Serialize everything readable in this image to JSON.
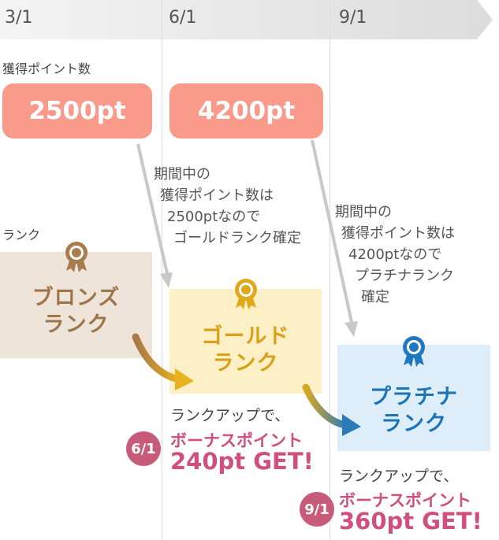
{
  "timeline": {
    "dates": [
      "3/1",
      "6/1",
      "9/1"
    ]
  },
  "labels": {
    "points_caption": "獲得ポイント数",
    "rank_caption": "ランク"
  },
  "points": [
    "2500pt",
    "4200pt"
  ],
  "notes": {
    "gold": [
      "期間中の",
      "獲得ポイント数は",
      "2500ptなので",
      "ゴールドランク確定"
    ],
    "platinum": [
      "期間中の",
      "獲得ポイント数は",
      "4200ptなので",
      "プラチナランク",
      "確定"
    ]
  },
  "ranks": {
    "bronze": {
      "line1": "ブロンズ",
      "line2": "ランク",
      "color": "#9c7648",
      "bg": "#efe4da"
    },
    "gold": {
      "line1": "ゴールド",
      "line2": "ランク",
      "color": "#d9a11a",
      "bg": "#fdf0c6"
    },
    "platinum": {
      "line1": "プラチナ",
      "line2": "ランク",
      "color": "#1e73b8",
      "bg": "#ddeefa"
    }
  },
  "bonuses": [
    {
      "lead": "ランクアップで、",
      "badge": "6/1",
      "line1": "ボーナスポイント",
      "line2": "240pt GET!"
    },
    {
      "lead": "ランクアップで、",
      "badge": "9/1",
      "line1": "ボーナスポイント",
      "line2": "360pt GET!"
    }
  ],
  "icons": [
    "award-ribbon-icon"
  ]
}
